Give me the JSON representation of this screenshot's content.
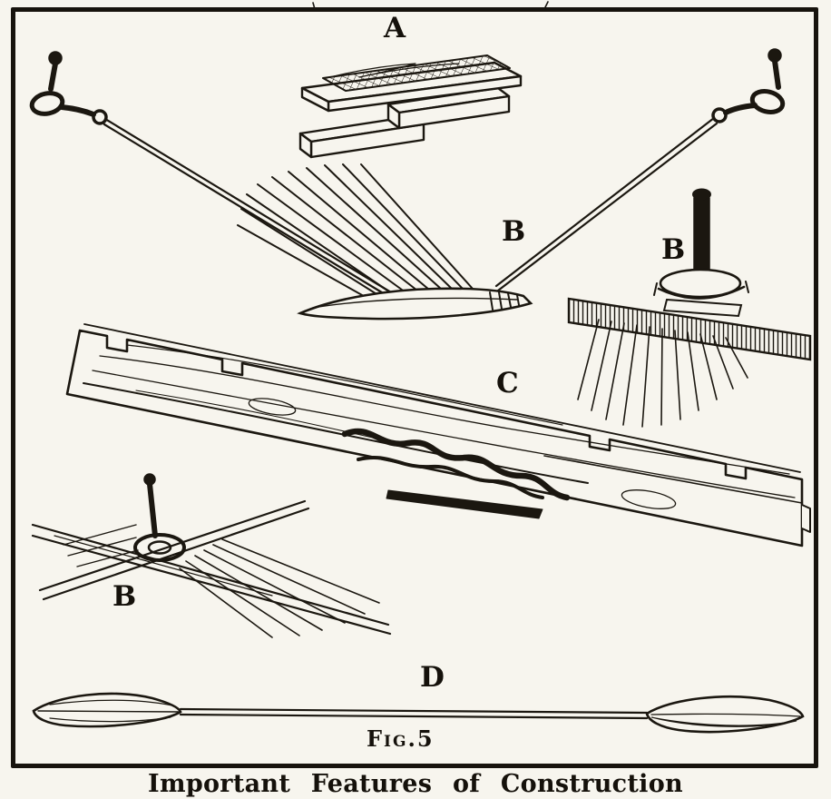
{
  "figure": {
    "caption": "Important Features of Construction",
    "figure_number": "Fig.5",
    "labels": {
      "seat": "A",
      "brace_rod": "B",
      "thumbscrew": "B",
      "plank": "C",
      "fastener": "B",
      "paddle": "D"
    }
  },
  "colors": {
    "ink": "#1b1710",
    "paper": "#f7f5ee",
    "border": "#17130d"
  }
}
